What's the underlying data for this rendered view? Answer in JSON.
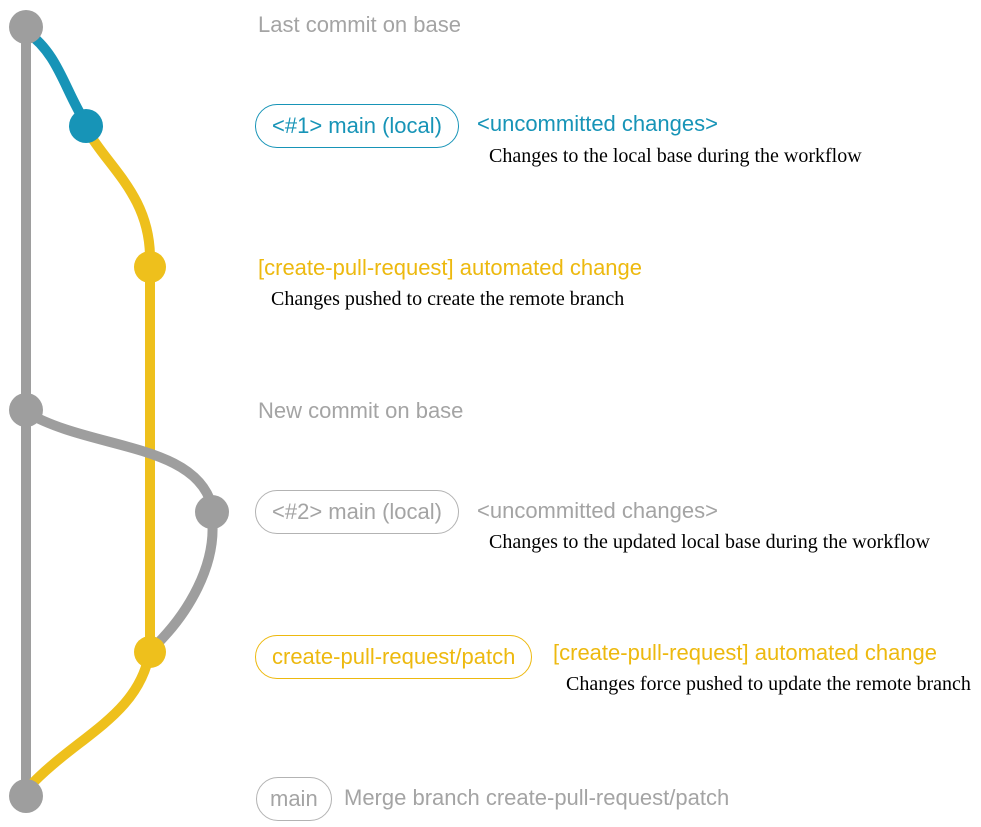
{
  "colors": {
    "teal": "#1794b7",
    "yellow": "#edb90f",
    "graph_gray": "#9e9e9e",
    "graph_yellow": "#eec01c",
    "gray_text": "#a4a4a4",
    "desc_text": "#000000"
  },
  "rows": {
    "last_commit": {
      "heading": "Last commit on base"
    },
    "pr1": {
      "badge": "<#1> main (local)",
      "label": "<uncommitted changes>",
      "desc": "Changes to the local base during the workflow"
    },
    "auto1": {
      "label": "[create-pull-request] automated change",
      "desc": "Changes pushed to create the remote branch"
    },
    "new_commit": {
      "heading": "New commit on base"
    },
    "pr2": {
      "badge": "<#2> main (local)",
      "label": "<uncommitted changes>",
      "desc": "Changes to the updated local base during the workflow"
    },
    "auto2": {
      "badge": "create-pull-request/patch",
      "label": "[create-pull-request] automated change",
      "desc": "Changes force pushed to update the remote branch"
    },
    "merge": {
      "badge": "main",
      "label": "Merge branch create-pull-request/patch"
    }
  },
  "graph": {
    "branches": [
      {
        "name": "base",
        "color": "#9e9e9e"
      },
      {
        "name": "main-local",
        "color": "#1794b7"
      },
      {
        "name": "create-pull-request/patch",
        "color": "#eec01c"
      }
    ],
    "commits": [
      {
        "name": "last-commit-on-base",
        "branch": "base"
      },
      {
        "name": "local-main-1-uncommitted",
        "branch": "main-local"
      },
      {
        "name": "automated-change-1",
        "branch": "create-pull-request/patch"
      },
      {
        "name": "new-commit-on-base",
        "branch": "base"
      },
      {
        "name": "local-main-2-uncommitted",
        "branch": "base"
      },
      {
        "name": "automated-change-2-force-push",
        "branch": "create-pull-request/patch"
      },
      {
        "name": "merge-branch-create-pull-request-patch",
        "branch": "base"
      }
    ]
  }
}
